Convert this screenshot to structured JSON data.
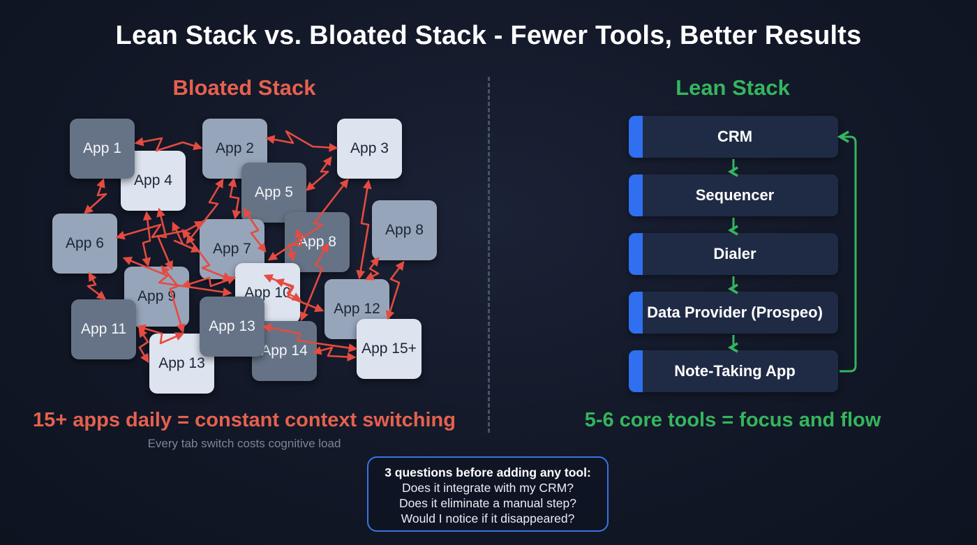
{
  "title": "Lean Stack vs. Bloated Stack - Fewer Tools, Better Results",
  "bloated": {
    "heading": "Bloated Stack",
    "apps": [
      "App 1",
      "App 4",
      "App 2",
      "App 3",
      "App 5",
      "App 6",
      "App 7",
      "App 8",
      "App 8",
      "App 9",
      "App 10",
      "App 11",
      "App 13",
      "App 12",
      "App 13",
      "App 14",
      "App 15+"
    ],
    "caption": "15+ apps daily = constant context switching",
    "sub_caption": "Every tab switch costs cognitive load"
  },
  "lean": {
    "heading": "Lean Stack",
    "tools": [
      "CRM",
      "Sequencer",
      "Dialer",
      "Data Provider (Prospeo)",
      "Note-Taking App"
    ],
    "caption": "5-6 core tools = focus and flow"
  },
  "questions": {
    "heading": "3 questions before adding any tool:",
    "items": [
      "Does it integrate with my CRM?",
      "Does it eliminate a manual step?",
      "Would I notice if it disappeared?"
    ]
  },
  "colors": {
    "bloated_accent": "#e6604f",
    "lean_accent": "#35b55e",
    "box_accent": "#2f6ff0",
    "question_border": "#3b74e0"
  }
}
